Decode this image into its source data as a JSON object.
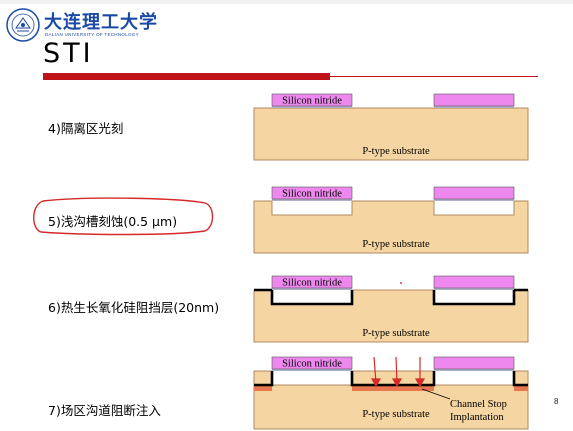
{
  "header": {
    "logo_cn": "大连理工大学",
    "logo_en": "DALIAN UNIVERSITY OF TECHNOLOGY",
    "title": "STI"
  },
  "steps": [
    {
      "label": "4)隔离区光刻"
    },
    {
      "label": "5)浅沟槽刻蚀(0.5 μm)"
    },
    {
      "label": "6)热生长氧化硅阻挡层(20nm)"
    },
    {
      "label": "7)场区沟道阻断注入"
    }
  ],
  "diagram_labels": {
    "nitride": "Silicon nitride",
    "substrate": "P-type substrate",
    "channel_stop_1": "Channel Stop",
    "channel_stop_2": "Implantation"
  },
  "colors": {
    "substrate": "#f5d6a2",
    "nitride": "#ee88ee",
    "oxide": "#000000",
    "implant": "#e8764e",
    "accent_red": "#c0121a",
    "logo_blue": "#1b4aa6"
  },
  "page_number": "8"
}
